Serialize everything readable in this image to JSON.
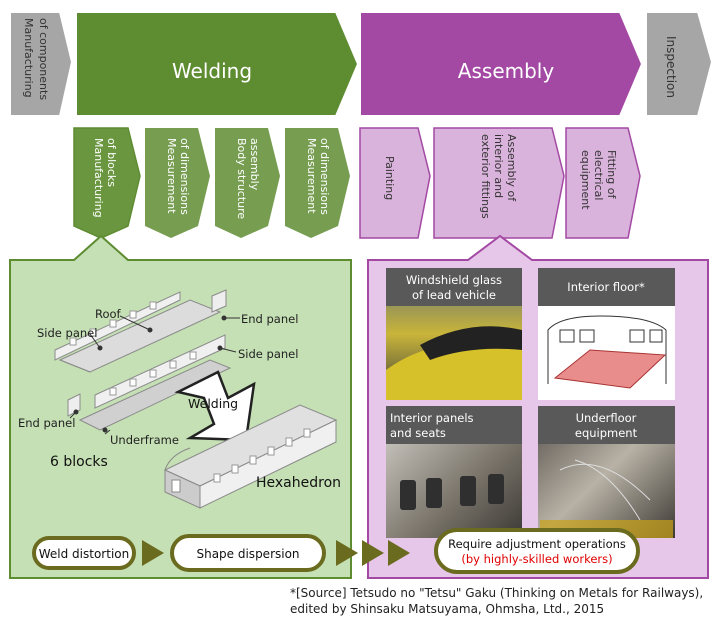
{
  "stages": {
    "manufacturing": "Manufacturing of components",
    "manufacturing_l1": "Manufacturing",
    "manufacturing_l2": "of components",
    "welding": "Welding",
    "assembly": "Assembly",
    "inspection": "Inspection"
  },
  "welding_steps": [
    {
      "l1": "Manufacturing",
      "l2": "of blocks"
    },
    {
      "l1": "Measurement",
      "l2": "of dimensions"
    },
    {
      "l1": "Body structure",
      "l2": "assembly"
    },
    {
      "l1": "Measurement",
      "l2": "of dimensions"
    }
  ],
  "assembly_steps": [
    {
      "l1": "Painting"
    },
    {
      "l1": "Assembly of",
      "l2": "interior and",
      "l3": "exterior fittings"
    },
    {
      "l1": "Fitting of",
      "l2": "electrical",
      "l3": "equipment"
    }
  ],
  "welding_panel": {
    "roof": "Roof",
    "side_panel_top": "Side panel",
    "end_panel_top": "End panel",
    "side_panel_right": "Side panel",
    "end_panel_left": "End panel",
    "underframe": "Underframe",
    "welding_arrow": "Welding",
    "blocks": "6 blocks",
    "hexahedron": "Hexahedron"
  },
  "assembly_photos": [
    {
      "l1": "Windshield glass",
      "l2": "of lead vehicle"
    },
    {
      "l1": "Interior floor*"
    },
    {
      "l1": "Interior panels",
      "l2": "and seats"
    },
    {
      "l1": "Underfloor",
      "l2": "equipment"
    }
  ],
  "flow": {
    "weld_distortion": "Weld distortion",
    "shape_dispersion": "Shape dispersion",
    "require_l1": "Require adjustment operations",
    "require_l2": "(by highly-skilled workers)"
  },
  "source": {
    "l1": "*[Source] Tetsudo no \"Tetsu\" Gaku (Thinking on Metals for Railways),",
    "l2": "edited by Shinsaku Matsuyama, Ohmsha, Ltd., 2015"
  },
  "colors": {
    "green": "#5e8c31",
    "green_light": "#a8d08d",
    "green_panel": "#c5e0b4",
    "purple": "#a349a4",
    "purple_light": "#dab3dc",
    "purple_panel": "#e7c7e9",
    "gray": "#a6a6a6",
    "olive": "#6b6b1f",
    "red_text": "#e00000"
  }
}
